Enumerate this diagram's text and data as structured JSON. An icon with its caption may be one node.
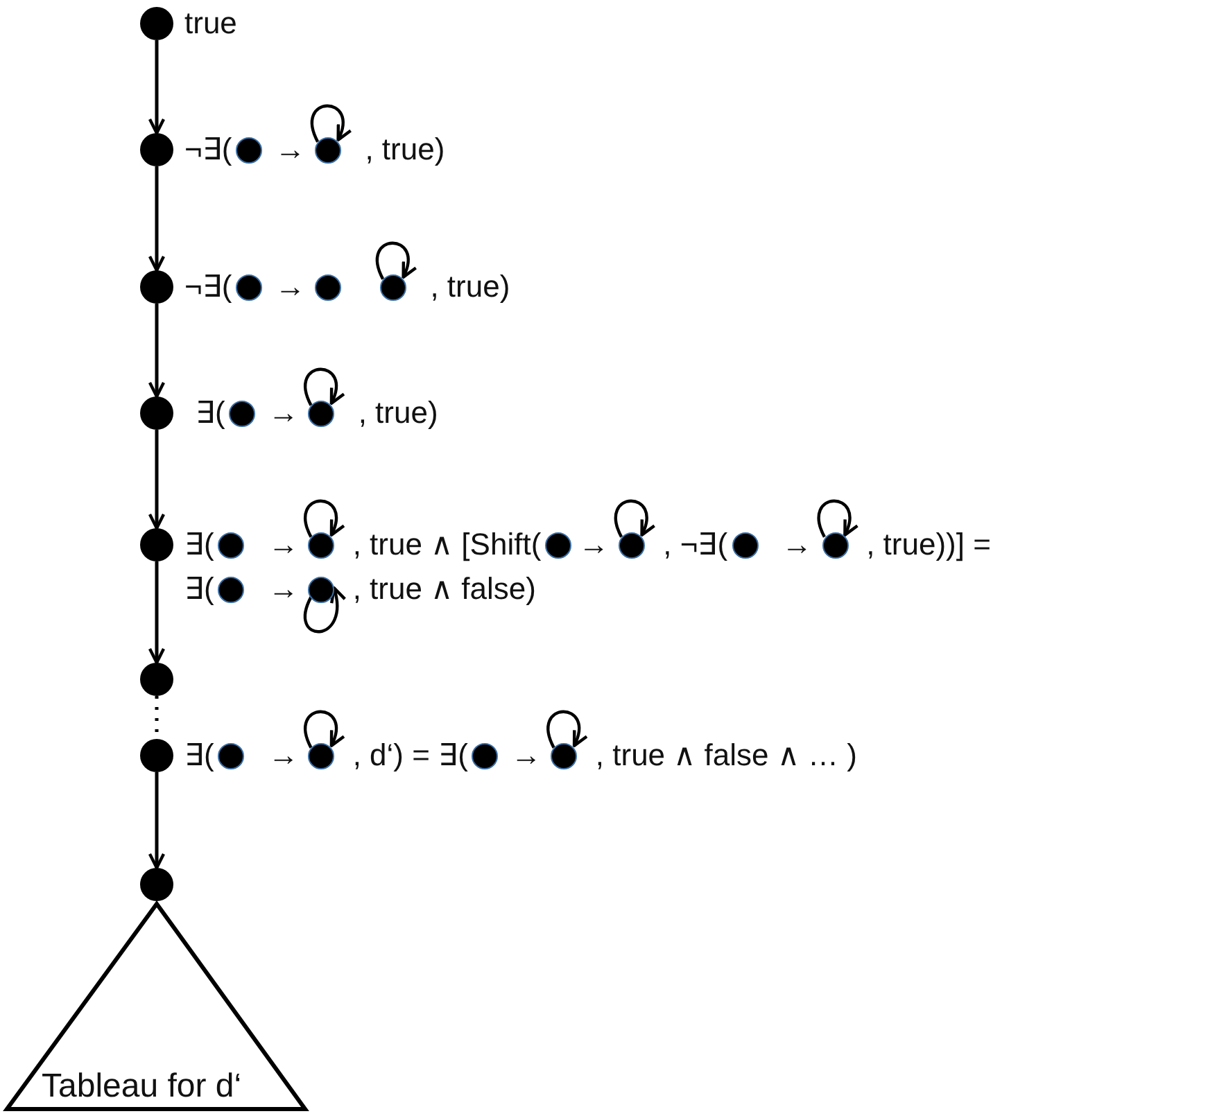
{
  "diagram": {
    "nodes": [
      {
        "text": [],
        "shape": "circle",
        "beside": [
          "true"
        ]
      },
      {
        "text": [],
        "shape": "circle"
      },
      {
        "text": [],
        "shape": "circle"
      },
      {
        "text": [],
        "shape": "circle"
      },
      {
        "text": [],
        "shape": "circle"
      },
      {
        "text": [],
        "shape": "circle"
      },
      {
        "text": [],
        "shape": "circle"
      },
      {
        "text": [],
        "shape": "circle"
      },
      {
        "text": [],
        "shape": "circle"
      },
      {
        "text": [],
        "shape": "circle"
      },
      {
        "text": [],
        "shape": "circle"
      },
      {
        "text": [],
        "shape": "circle"
      },
      {
        "text": [],
        "shape": "circle"
      },
      {
        "text": [],
        "shape": "circle"
      },
      {
        "text": [],
        "shape": "circle"
      },
      {
        "text": [],
        "shape": "circle"
      },
      {
        "text": [],
        "shape": "circle"
      },
      {
        "text": [],
        "shape": "circle"
      },
      {
        "text": [],
        "shape": "circle"
      },
      {
        "text": [],
        "shape": "circle"
      },
      {
        "text": [],
        "shape": "circle"
      },
      {
        "text": [],
        "shape": "circle"
      },
      {
        "text": [],
        "shape": "circle"
      },
      {
        "text": [],
        "shape": "circle"
      },
      {
        "text": [],
        "shape": "circle"
      },
      {
        "text": [],
        "shape": "circle"
      },
      {
        "text": [],
        "shape": "circle"
      },
      {
        "text": [
          "Tableau for d‘"
        ]
      }
    ],
    "edges": [
      {
        "from": 0,
        "to": 1,
        "arrow": "to"
      },
      {
        "from": 3,
        "to": 3,
        "arrow": "to"
      },
      {
        "from": 1,
        "to": 4,
        "arrow": "to"
      },
      {
        "from": 7,
        "to": 7,
        "arrow": "to"
      },
      {
        "from": 4,
        "to": 8,
        "arrow": "to"
      },
      {
        "from": 10,
        "to": 10,
        "arrow": "to"
      },
      {
        "from": 8,
        "to": 11,
        "arrow": "to"
      },
      {
        "from": 13,
        "to": 13,
        "arrow": "to"
      },
      {
        "from": 15,
        "to": 15,
        "arrow": "to"
      },
      {
        "from": 17,
        "to": 17,
        "arrow": "to"
      },
      {
        "from": 19,
        "to": 19,
        "arrow": "to"
      },
      {
        "from": 11,
        "to": 20,
        "arrow": "to"
      },
      {
        "from": 20,
        "to": 21,
        "arrow": "none",
        "style": "dashed"
      },
      {
        "from": 23,
        "to": 23,
        "arrow": "to"
      },
      {
        "from": 25,
        "to": 25,
        "arrow": "to"
      },
      {
        "from": 21,
        "to": 26,
        "arrow": "to"
      }
    ],
    "labels": [
      "¬∃(",
      "→",
      ", true)",
      "¬∃(",
      "→",
      ", true)",
      "∃(",
      "→",
      ", true)",
      "∃(",
      "→",
      ", true ∧ [Shift(",
      "→",
      ", ¬∃(",
      "→",
      ", true))] =",
      "∃(",
      "→",
      ", true ∧ false)",
      "∃(",
      "→",
      ", d‘) = ∃(",
      "→",
      ", true ∧ false ∧ … )"
    ]
  }
}
